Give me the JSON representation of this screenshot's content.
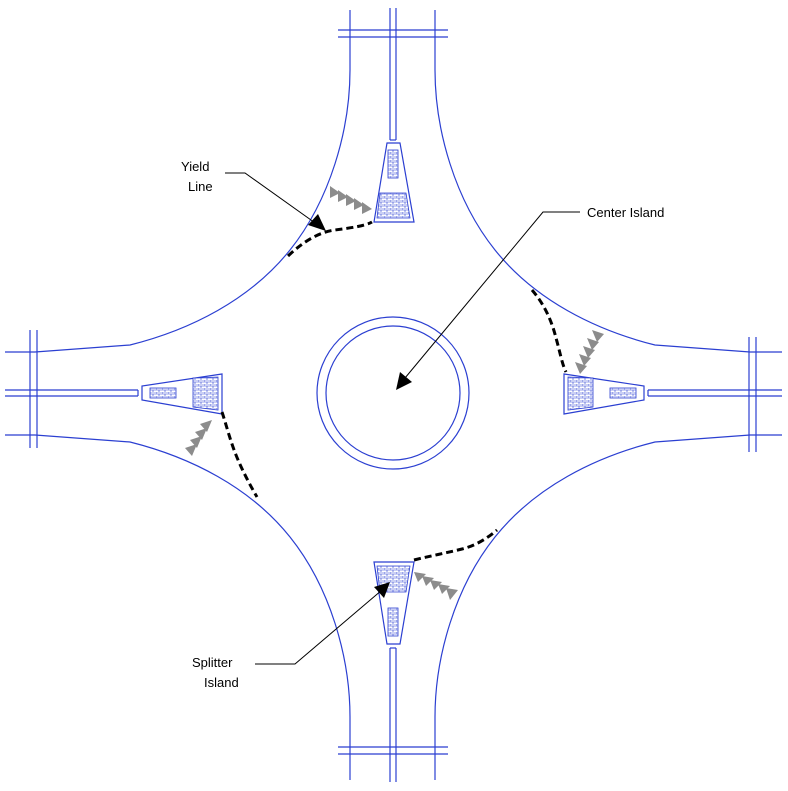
{
  "labels": {
    "yield_line_1": "Yield",
    "yield_line_2": "Line",
    "center_island": "Center Island",
    "splitter_1": "Splitter",
    "splitter_2": "Island"
  },
  "colors": {
    "linework": "#2b3fd1",
    "hatch": "#8c8c8c",
    "annotation": "#000000"
  }
}
